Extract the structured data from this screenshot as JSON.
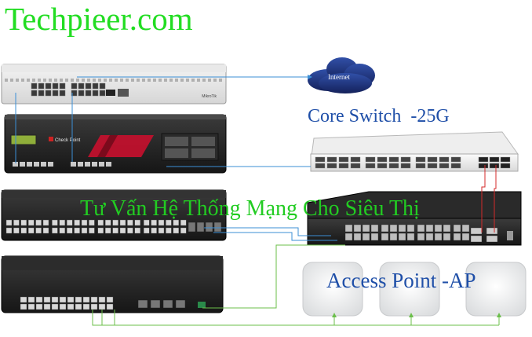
{
  "site_title": "Techpieer.com",
  "cloud_label": "Internet",
  "core_switch_label": "Core Switch  -25G",
  "center_label": "Tư Vấn Hệ Thống Mạng Cho Siêu Thị",
  "access_point_label": "Access Point -AP",
  "firewall_brand": "Check Point",
  "router_brand": "MikroTik",
  "colors": {
    "title_green": "#22dd22",
    "label_blue": "#1f4fa8",
    "cloud_blue": "#1b2f7a",
    "link_blue": "#3b8fd6",
    "link_red": "#d42a2a",
    "link_green": "#6bbf4a"
  },
  "devices": {
    "ap_count": 3,
    "core_sfp_rows": 2,
    "core_sfp_cols": 12
  }
}
